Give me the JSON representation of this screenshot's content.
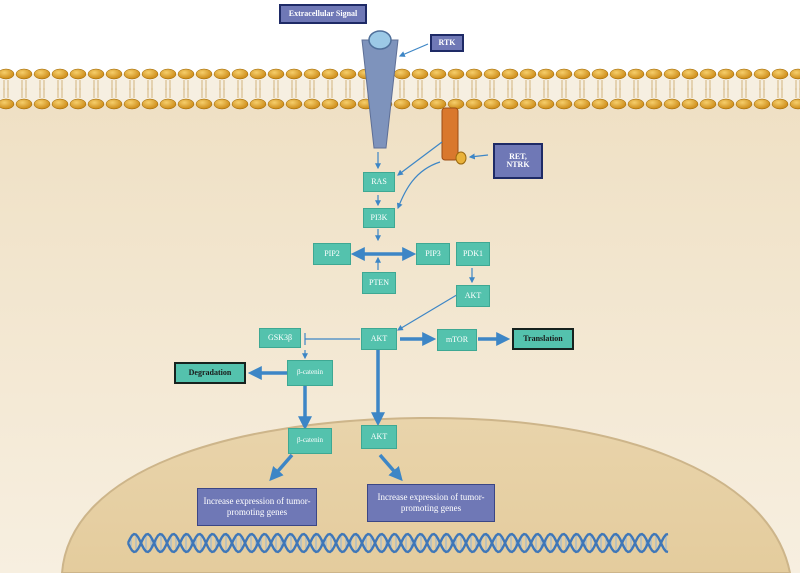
{
  "labels": {
    "extracellular_signal": "Extracellular Signal",
    "rtk": "RTK",
    "ret_ntrk": "RET,\nNTRK",
    "ras": "RAS",
    "pi3k": "PI3K",
    "pip2": "PIP2",
    "pip3": "PIP3",
    "pdk1": "PDK1",
    "pten": "PTEN",
    "akt_upper": "AKT",
    "akt_center": "AKT",
    "gsk3b": "GSK3β",
    "mtor": "mTOR",
    "translation": "Translation",
    "degradation": "Degradation",
    "bcatenin_cyto": "β-catenin",
    "bcatenin_nuc": "β-catenin",
    "akt_nucleus": "AKT",
    "genes_left": "Increase expression of tumor-promoting genes",
    "genes_right": "Increase expression of tumor-promoting genes"
  },
  "colors": {
    "teal_node": "#54c2ad",
    "purple_node": "#6f78b6",
    "arrow_blue": "#3d86c6",
    "cytoplasm": "#f2e6cf",
    "nucleus": "#ead7b1",
    "lipid_head": "#e3a321",
    "receptor": "#7e93bc",
    "ret_receptor": "#d9782d",
    "dna": "#4d86c4"
  }
}
